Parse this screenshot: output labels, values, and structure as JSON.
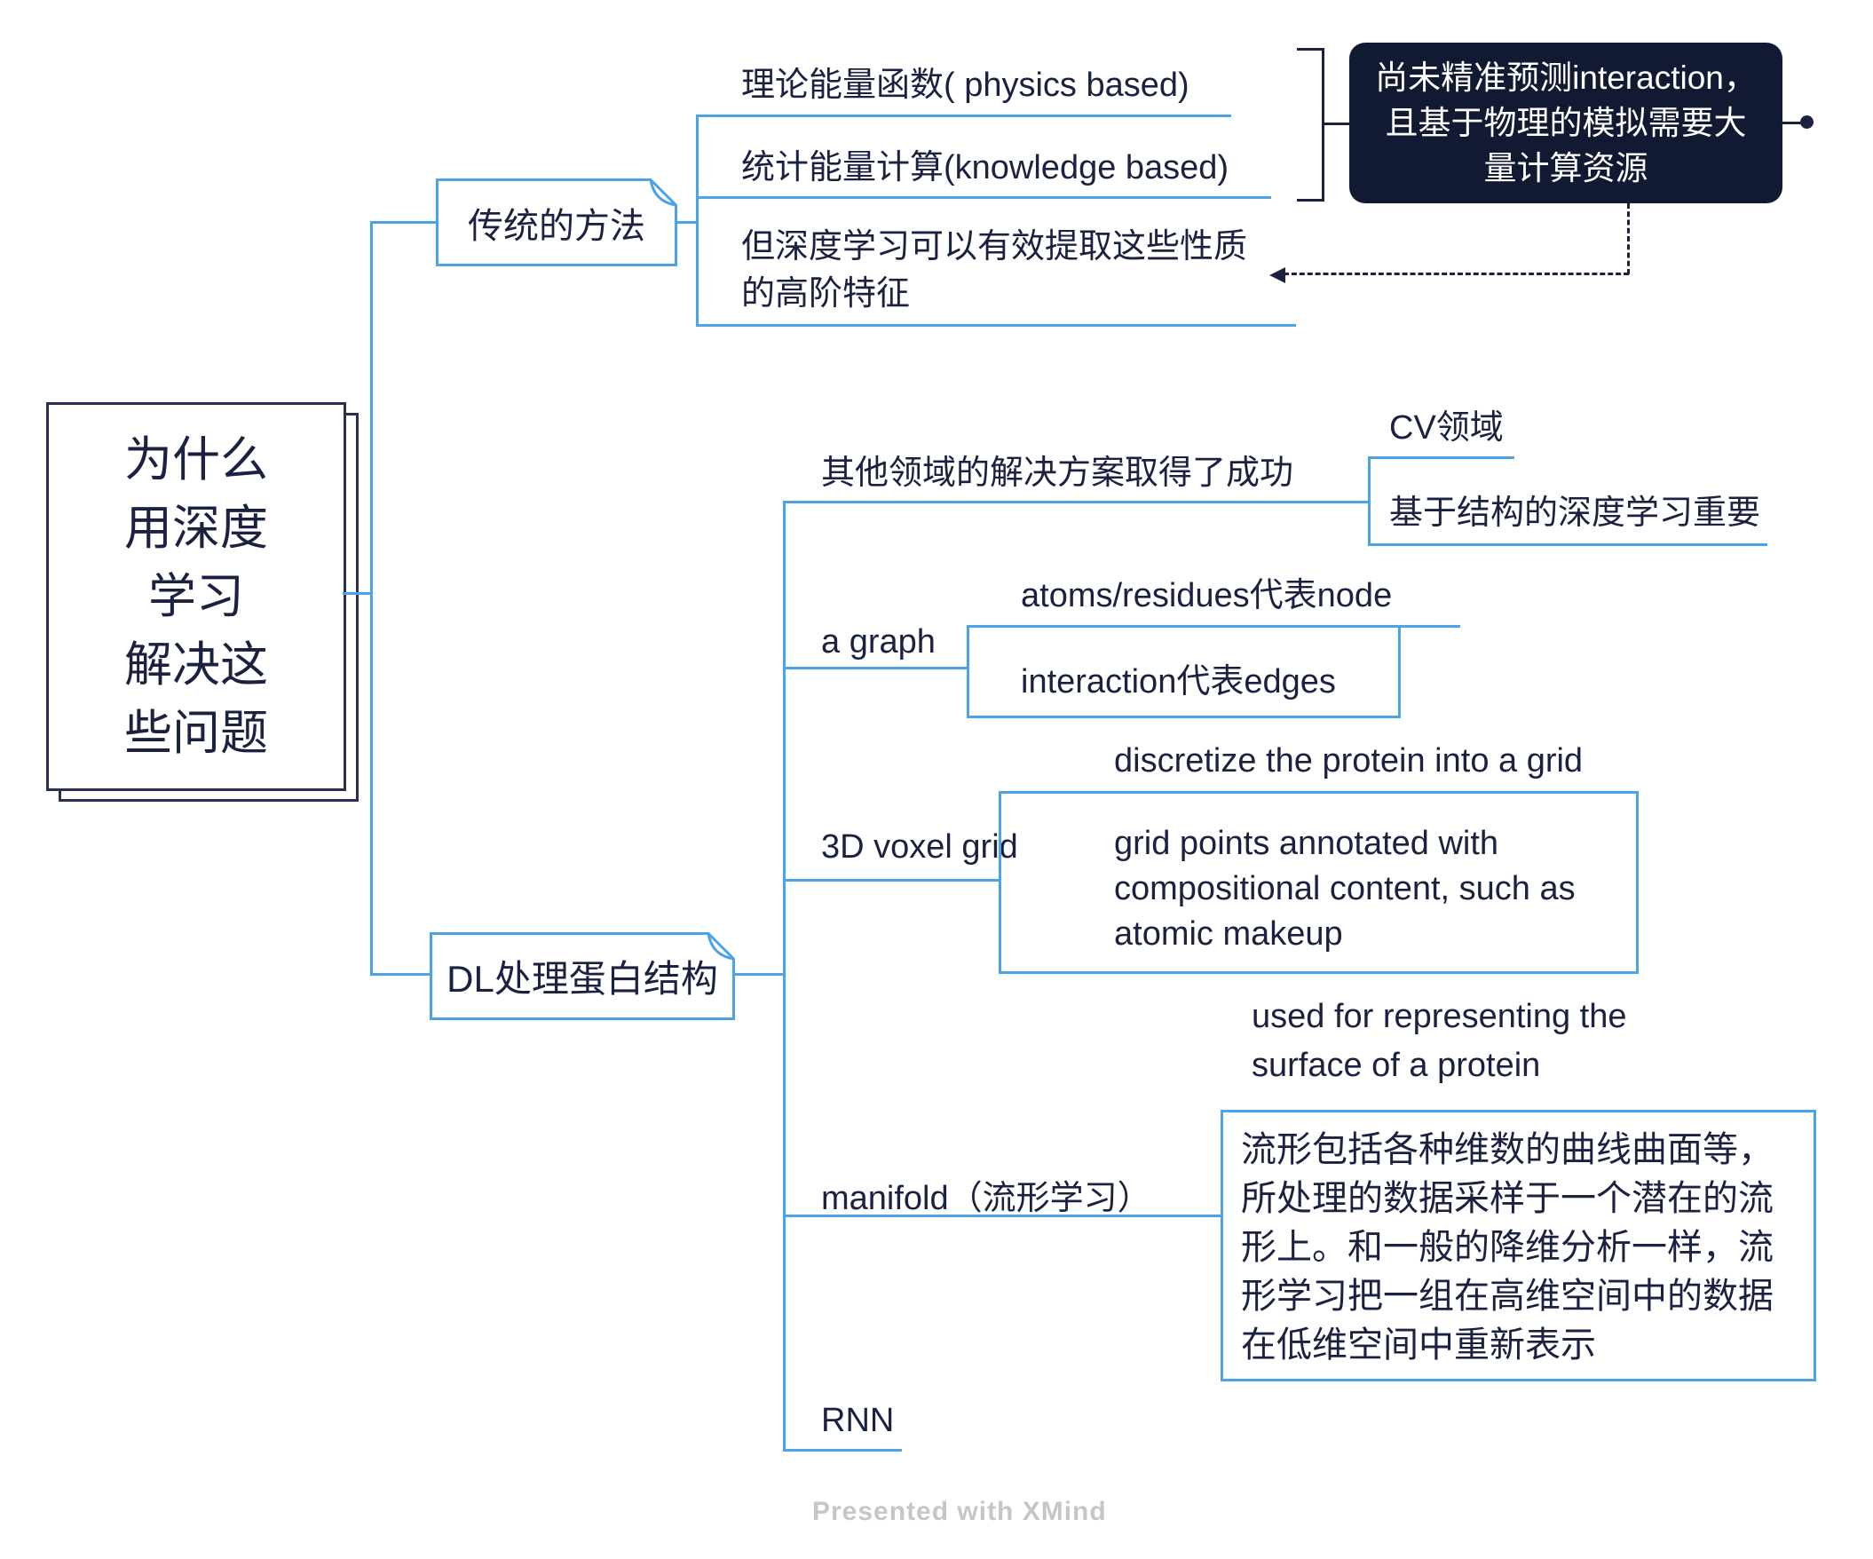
{
  "root": {
    "label": "为什么\n用深度\n学习\n解决这\n些问题"
  },
  "traditional": {
    "label": "传统的方法",
    "theory": "理论能量函数( physics based)",
    "statistical": "统计能量计算(knowledge based)",
    "deep_feature": "但深度学习可以有效提取这些性质\n的高阶特征",
    "callout": "尚未精准预测interaction，\n且基于物理的模拟需要大\n量计算资源"
  },
  "dl": {
    "label": "DL处理蛋白结构",
    "other_domains": {
      "label": "其他领域的解决方案取得了成功",
      "cv": "CV领域",
      "structure_dl": "基于结构的深度学习重要"
    },
    "graph": {
      "label": "a graph",
      "nodes": "atoms/residues代表node",
      "edges": "interaction代表edges"
    },
    "voxel": {
      "label": "3D voxel grid",
      "discretize": "discretize the protein into a grid",
      "grid_points": "grid points annotated with\ncompositional content, such as\natomic makeup"
    },
    "manifold": {
      "label": "manifold（流形学习）",
      "surface": "used for representing the\nsurface of a protein",
      "definition": "流形包括各种维数的曲线曲面等，\n所处理的数据采样于一个潜在的流\n形上。和一般的降维分析一样，流\n形学习把一组在高维空间中的数据\n在低维空间中重新表示"
    },
    "rnn": "RNN"
  },
  "footer": "Presented with XMind",
  "colors": {
    "branch_blue": "#4DA3E8",
    "text_navy": "#1B2140",
    "root_border": "#2A3052",
    "callout_bg": "#121A33",
    "callout_text": "#FFFFFF",
    "footer_gray": "#C6C6C6"
  }
}
